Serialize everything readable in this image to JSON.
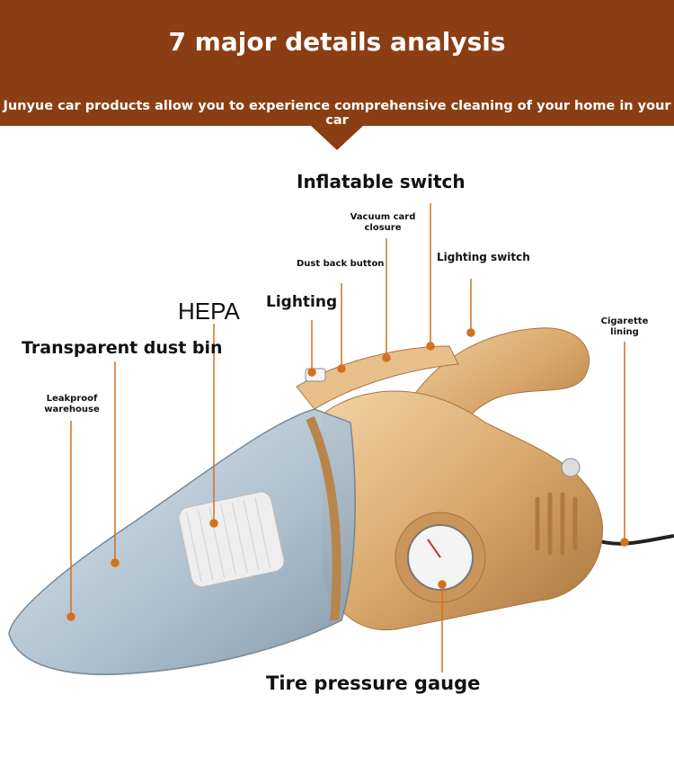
{
  "header": {
    "title": "7 major details analysis",
    "subtitle": "Junyue car products allow you to experience comprehensive cleaning of your home in your car"
  },
  "callouts": {
    "inflatable_switch": "Inflatable switch",
    "vacuum_card_closure": "Vacuum card closure",
    "lighting_switch": "Lighting switch",
    "dust_back_button": "Dust back button",
    "hepa": "HEPA",
    "lighting": "Lighting",
    "transparent_dust_bin": "Transparent dust bin",
    "cigarette_lining": "Cigarette lining",
    "leakproof_warehouse": "Leakproof warehouse",
    "tire_pressure_gauge": "Tire pressure gauge"
  },
  "colors": {
    "banner": "#8b3e13",
    "leader_line": "#d4711f",
    "body_gold": "#d9a86c",
    "bin_blue": "#9fb3c2"
  }
}
